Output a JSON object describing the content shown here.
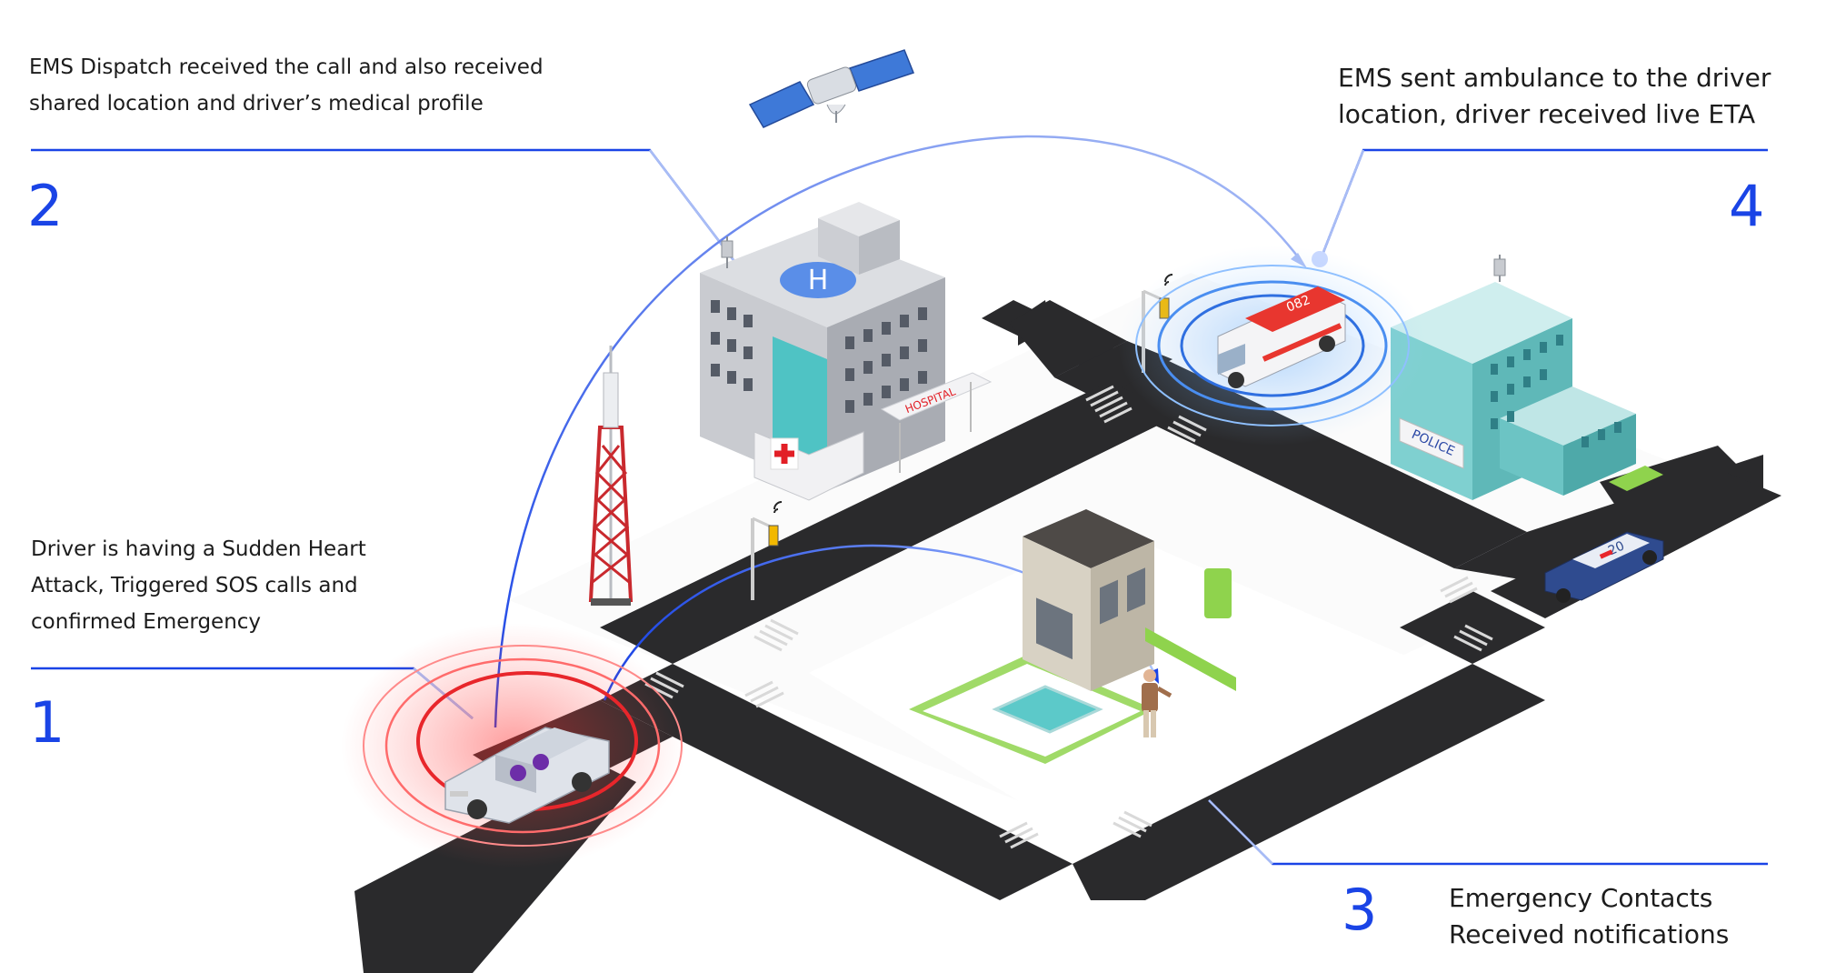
{
  "steps": [
    {
      "number": "1",
      "lines": [
        "Driver is having a Sudden Heart",
        "Attack, Triggered SOS calls and",
        "confirmed Emergency"
      ]
    },
    {
      "number": "2",
      "lines": [
        "EMS Dispatch received the call and also received",
        "shared location and driver’s medical profile"
      ]
    },
    {
      "number": "3",
      "lines": [
        "Emergency Contacts",
        "Received notifications"
      ]
    },
    {
      "number": "4",
      "lines": [
        "EMS sent ambulance to the driver",
        "location, driver received live ETA"
      ]
    }
  ],
  "signs": {
    "hospital": "HOSPITAL",
    "police": "POLICE",
    "ambulance_number": "082",
    "police_car_number": "20"
  },
  "colors": {
    "accent": "#1a44e6",
    "alert": "#e8262b",
    "road": "#2a2a2c",
    "hospital_glass": "#4fc3c4",
    "police_building": "#5fb8b8",
    "lawn": "#8fd34d"
  },
  "icons": [
    "satellite-icon",
    "cell-tower-icon",
    "hospital-icon",
    "police-station-icon",
    "ambulance-icon",
    "police-car-icon",
    "car-icon",
    "house-icon",
    "person-icon",
    "traffic-light-icon",
    "wifi-signal-icon"
  ]
}
